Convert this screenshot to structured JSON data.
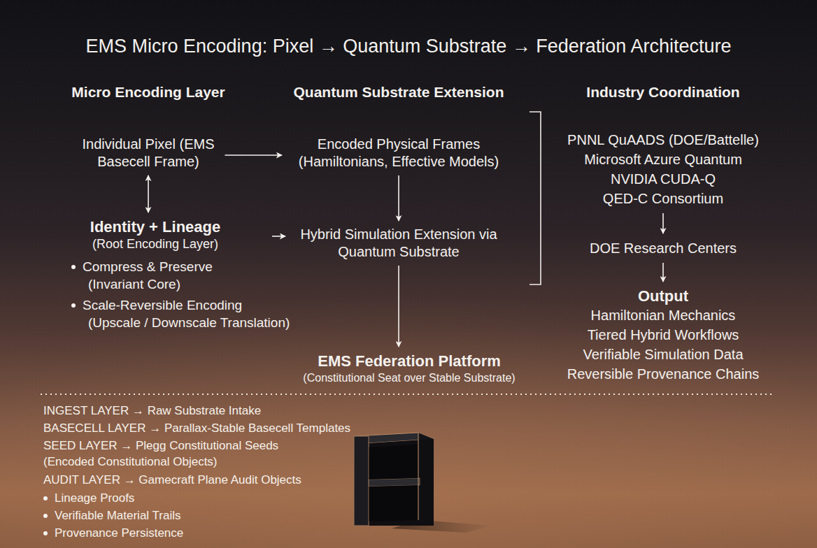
{
  "diagram": {
    "title": "EMS Micro Encoding: Pixel → Quantum Substrate → Federation Architecture",
    "nodes": [
      {
        "text": [
          "Individual Pixel (EMS Basecell Frame)"
        ]
      },
      {
        "text": [
          "Identity + Lineage",
          "(Root Encoding Layer)",
          "Compress & Preserve",
          "(Invariant Core)",
          "Scale-Reversible Encoding",
          "(Upscale / Downscale Translation)"
        ]
      },
      {
        "text": [
          "Encoded Physical Frames (Hamiltonians, Effective Models)"
        ]
      },
      {
        "text": [
          "Hybrid Simulation Extension via Quantum Substrate"
        ]
      },
      {
        "text": [
          "EMS Federation Platform",
          "(Constitutional Seat over Stable Substrate)"
        ]
      },
      {
        "text": [
          "PNNL QuAADS (DOE/Battelle)",
          "Microsoft Azure Quantum",
          "NVIDIA CUDA-Q",
          "QED-C Consortium"
        ]
      },
      {
        "text": [
          "DOE Research Centers"
        ]
      },
      {
        "text": [
          "Output",
          "Hamiltonian Mechanics",
          "Tiered Hybrid Workflows",
          "Verifiable Simulation Data",
          "Reversible Provenance Chains"
        ]
      }
    ],
    "edges": [
      {
        "from": 0,
        "to": 1,
        "arrow": "both"
      },
      {
        "from": 0,
        "to": 2,
        "arrow": "to"
      },
      {
        "from": 1,
        "to": 3,
        "arrow": "to"
      },
      {
        "from": 2,
        "to": 3,
        "arrow": "to"
      },
      {
        "from": 3,
        "to": 4,
        "arrow": "to"
      },
      {
        "from": 5,
        "to": 6,
        "arrow": "to"
      },
      {
        "from": 6,
        "to": 7,
        "arrow": "to"
      }
    ],
    "labels": [
      "Micro Encoding Layer",
      "Quantum Substrate Extension",
      "Industry Coordination",
      "INGEST LAYER → Raw Substrate Intake",
      "BASECELL LAYER → Parallax-Stable Basecell Templates",
      "SEED LAYER → Plegg Constitutional Seeds",
      "(Encoded Constitutional Objects)",
      "AUDIT LAYER → Gamecraft Plane Audit Objects",
      "Lineage Proofs",
      "Verifiable Material Trails",
      "Provenance Persistence"
    ]
  }
}
